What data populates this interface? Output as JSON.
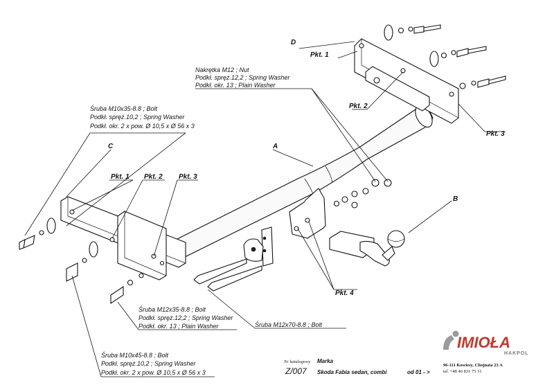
{
  "callouts": {
    "pkt1": "Pkt. 1",
    "pkt2": "Pkt. 2",
    "pkt3": "Pkt. 3",
    "pkt4": "Pkt. 4",
    "a": "A",
    "b": "B",
    "c": "C",
    "d": "D"
  },
  "notes": {
    "nut_group": [
      "Nakrętka  M12 ; Nut",
      "Podkł. spręż.12,2 ; Spring Washer",
      "Podkł. okr. 13 ; Plain Washer"
    ],
    "bolt_m10x35": [
      "Śruba M10x35-8.8 ;  Bolt",
      "Podkł. spręż.10,2 ; Spring Washer",
      "Podkł. okr. 2 x pow.  Ø 10,5 x  Ø 56 x 3"
    ],
    "bolt_m12x35": [
      "Śruba M12x35-8.8 ;  Bolt",
      "Podkł. spręż.12,2 ; Spring Washer",
      "Podkł. okr. 13 ; Plain Washer"
    ],
    "bolt_m12x70": "Śruba M12x70-8.8 ;  Bolt",
    "bolt_m10x45": [
      "Śruba M10x45-8.8 ;  Bolt",
      "Podkł. spręż.10,2 ; Spring Washer",
      "Podkł. okr. 2 x pow.  Ø 10,5 x  Ø 56 x 3"
    ]
  },
  "footer": {
    "catalog_label": "Nr katalogowy",
    "brand_label": "Marka",
    "catalog_code": "Z/007",
    "model": "Skoda Fabia sedan, combi",
    "year": "od  01 - >",
    "address": "96-111 Kowiesy, Chojnata 23 A",
    "phone": "tel. +48 46 831 75 31"
  },
  "logo": {
    "name": "IMIOŁA",
    "sub": "HAKPOL",
    "icon": "towball-logo-icon",
    "color": "#c0392b"
  }
}
